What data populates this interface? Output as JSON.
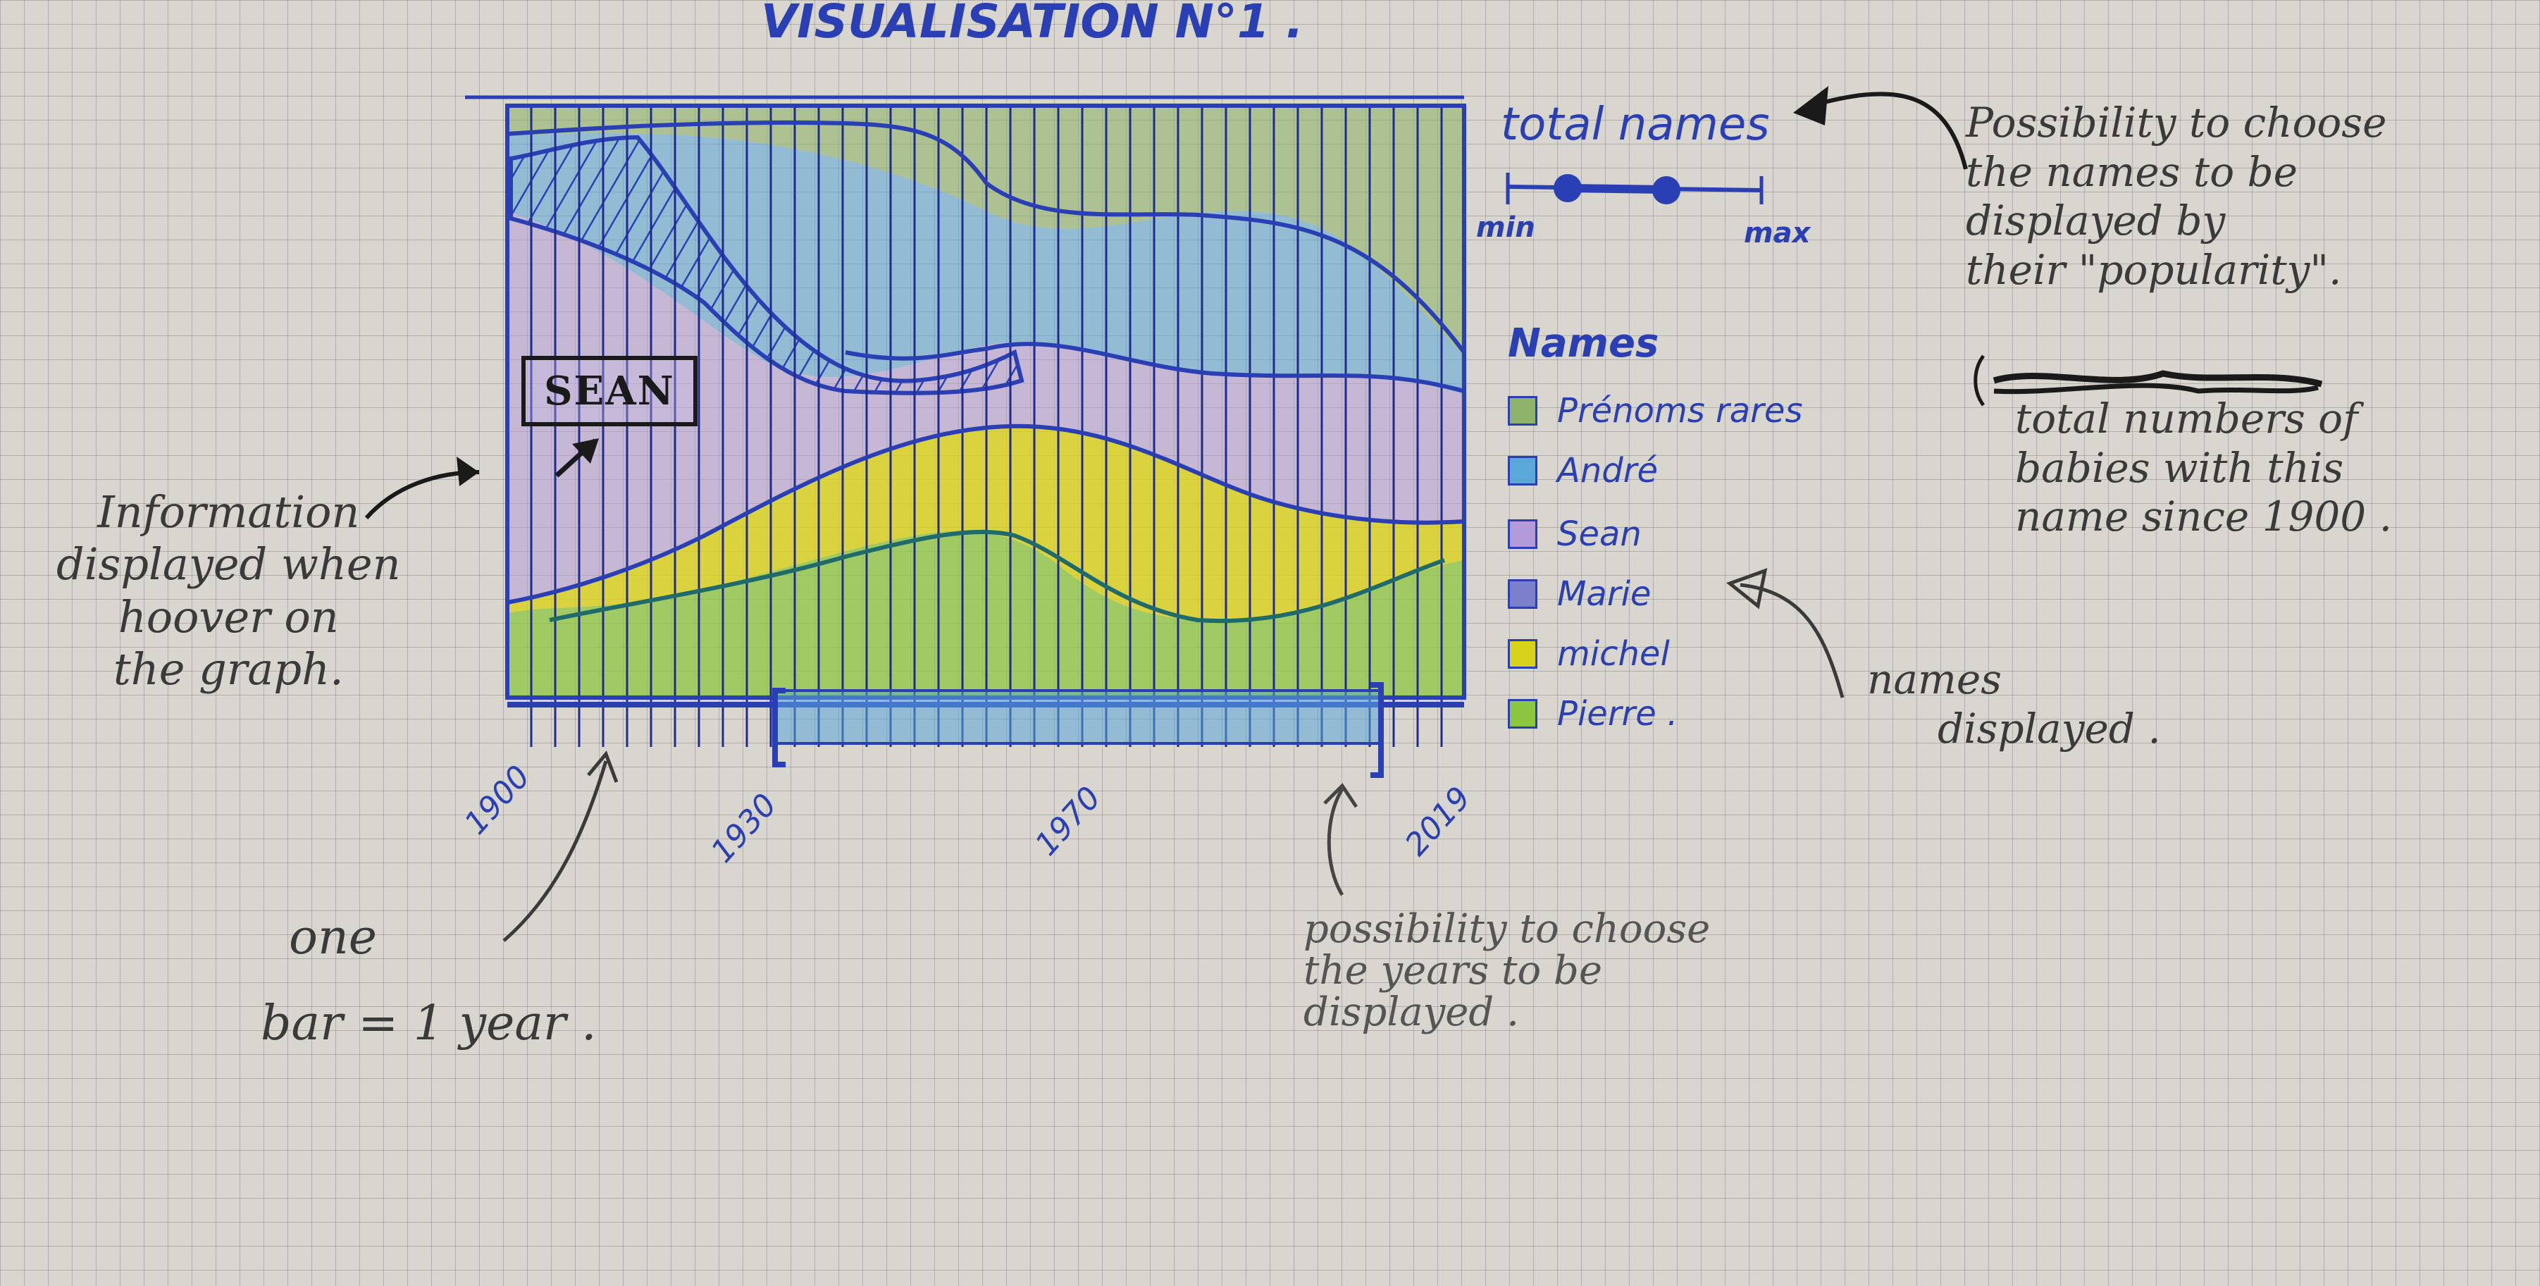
{
  "title": "VISUALISATION N°1 .",
  "chart_data": {
    "type": "area",
    "x_ticks": [
      "1900",
      "1930",
      "1970",
      "2019"
    ],
    "legend_title": "Names",
    "legend": [
      "Prénoms rares",
      "André",
      "Sean",
      "Marie",
      "michel",
      "Pierre ."
    ],
    "series": [
      {
        "name": "Prénoms rares",
        "color": "#8fb36a"
      },
      {
        "name": "André",
        "color": "#5aa7d9"
      },
      {
        "name": "Sean",
        "color": "#b39ad9"
      },
      {
        "name": "Marie",
        "color": "#7c7fcc"
      },
      {
        "name": "michel",
        "color": "#d9d21a"
      },
      {
        "name": "Pierre .",
        "color": "#8cc63f"
      }
    ],
    "tooltip_label": "SEAN"
  },
  "slider": {
    "title": "total names",
    "min_label": "min",
    "max_label": "max"
  },
  "annotations": {
    "popularity": [
      "Possibility to choose",
      "the names to be",
      "displayed by",
      "their \"popularity\".",
      "total numbers of",
      "babies with this",
      "name since 1900 ."
    ],
    "names": [
      "names",
      "displayed ."
    ],
    "hover": [
      "Information",
      "displayed when",
      "hoover on",
      "the graph."
    ],
    "bar": [
      "one",
      "bar = 1 year ."
    ],
    "years": [
      "possibility to choose",
      "the years to be",
      "displayed ."
    ]
  }
}
